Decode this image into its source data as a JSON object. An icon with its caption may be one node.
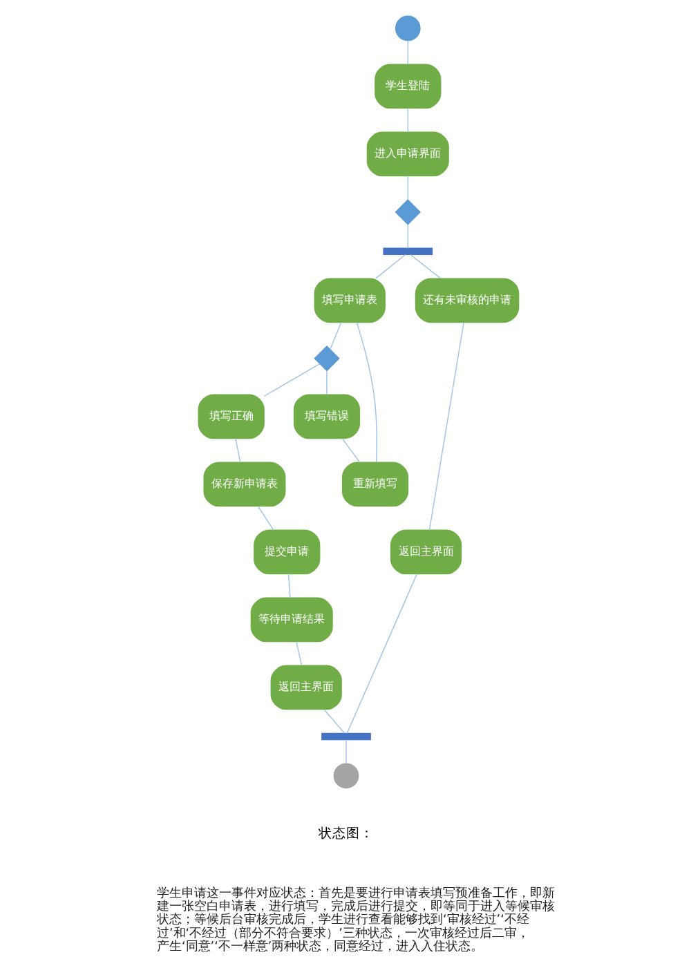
{
  "diagram": {
    "nodes": [
      {
        "text": [],
        "shape": "circle"
      },
      {
        "text": [
          "学生登陆"
        ]
      },
      {
        "text": [
          "进入申请界面"
        ]
      },
      {
        "text": [],
        "shape": "diamond"
      },
      {
        "text": [],
        "shape": "bar"
      },
      {
        "text": [
          "填写申请表"
        ]
      },
      {
        "text": [
          "还有未审核的申请"
        ]
      },
      {
        "text": [],
        "shape": "diamond"
      },
      {
        "text": [
          "填写正确"
        ]
      },
      {
        "text": [
          "填写错误"
        ]
      },
      {
        "text": [
          "返回主界面"
        ]
      },
      {
        "text": [
          "保存新申请表"
        ]
      },
      {
        "text": [
          "重新填写"
        ]
      },
      {
        "text": [
          "提交申请"
        ]
      },
      {
        "text": [
          "等待申请结果"
        ]
      },
      {
        "text": [
          "返回主界面"
        ]
      },
      {
        "text": [],
        "shape": "bar"
      },
      {
        "text": [],
        "shape": "circle"
      }
    ],
    "edges": [
      {
        "from": 0,
        "to": 1,
        "arrow": "none"
      },
      {
        "from": 1,
        "to": 2,
        "arrow": "none"
      },
      {
        "from": 2,
        "to": 3,
        "arrow": "none"
      },
      {
        "from": 3,
        "to": 4,
        "arrow": "none"
      },
      {
        "from": 4,
        "to": 5,
        "arrow": "none"
      },
      {
        "from": 4,
        "to": 6,
        "arrow": "none"
      },
      {
        "from": 5,
        "to": 7,
        "arrow": "none"
      },
      {
        "from": 7,
        "to": 8,
        "arrow": "none"
      },
      {
        "from": 7,
        "to": 9,
        "arrow": "none"
      },
      {
        "from": 6,
        "to": 10,
        "arrow": "none"
      },
      {
        "from": 8,
        "to": 11,
        "arrow": "none"
      },
      {
        "from": 9,
        "to": 12,
        "arrow": "none"
      },
      {
        "from": 12,
        "to": 5,
        "arrow": "none"
      },
      {
        "from": 11,
        "to": 13,
        "arrow": "none"
      },
      {
        "from": 13,
        "to": 14,
        "arrow": "none"
      },
      {
        "from": 14,
        "to": 15,
        "arrow": "none"
      },
      {
        "from": 15,
        "to": 16,
        "arrow": "none"
      },
      {
        "from": 10,
        "to": 16,
        "arrow": "none"
      },
      {
        "from": 16,
        "to": 17,
        "arrow": "none"
      }
    ],
    "labels": [
      "状态图：",
      "学生申请这一事件对应状态：首先是要进行申请表填写预准备工作，即新建一张空白申请表，进行填写，完成后进行提交，即等同于进入等候审核状态；等候后台审核完成后，学生进行查看能够找到‘审核经过’‘不经过’和‘不经过（部分不符合要求）’三种状态，一次审核经过后二审，产生‘同意’‘不一样意’两种状态，同意经过，进入入住状态。"
    ]
  }
}
